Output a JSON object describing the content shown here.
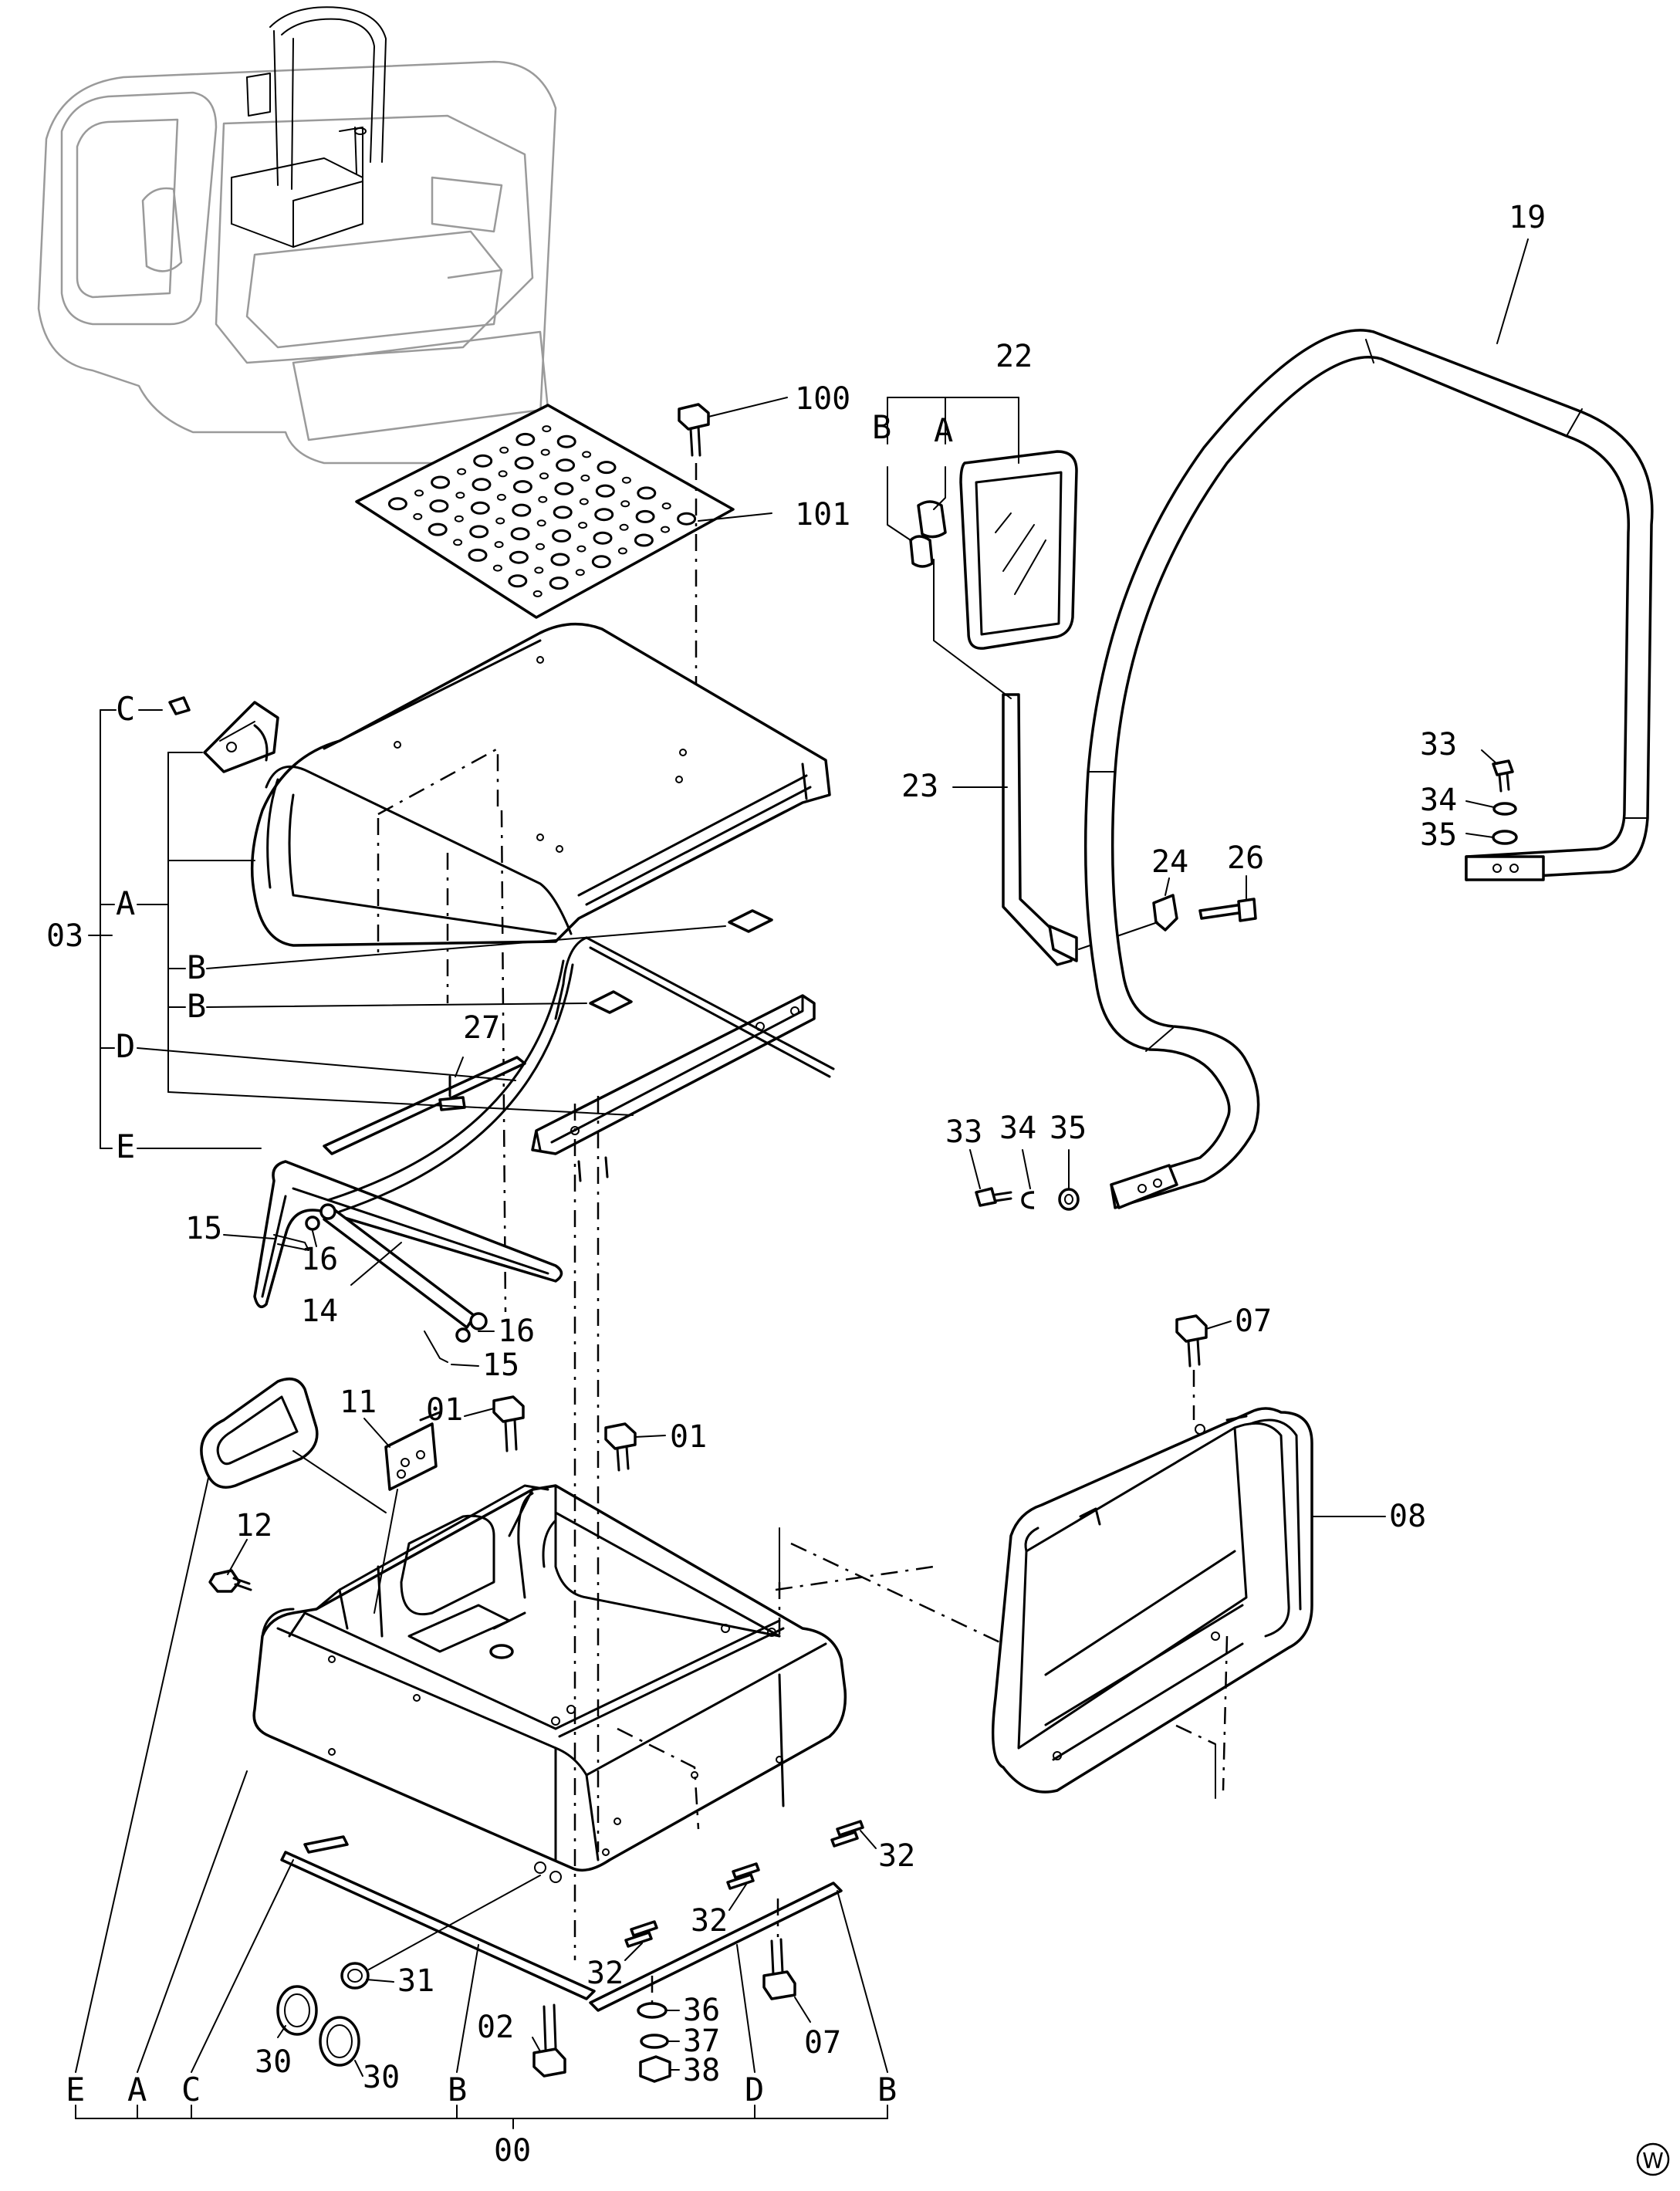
{
  "diagram": {
    "title": "",
    "assembly_label": "00",
    "corner_mark": "W",
    "callouts": [
      {
        "id": "c100",
        "text": "100"
      },
      {
        "id": "c101",
        "text": "101"
      },
      {
        "id": "c22",
        "text": "22"
      },
      {
        "id": "c19",
        "text": "19"
      },
      {
        "id": "cB1",
        "text": "B"
      },
      {
        "id": "cA1",
        "text": "A"
      },
      {
        "id": "c23",
        "text": "23"
      },
      {
        "id": "c24",
        "text": "24"
      },
      {
        "id": "c26",
        "text": "26"
      },
      {
        "id": "c33a",
        "text": "33"
      },
      {
        "id": "c34a",
        "text": "34"
      },
      {
        "id": "c35a",
        "text": "35"
      },
      {
        "id": "c33b",
        "text": "33"
      },
      {
        "id": "c34b",
        "text": "34"
      },
      {
        "id": "c35b",
        "text": "35"
      },
      {
        "id": "c03",
        "text": "03"
      },
      {
        "id": "cC",
        "text": "C"
      },
      {
        "id": "cA",
        "text": "A"
      },
      {
        "id": "cB2",
        "text": "B"
      },
      {
        "id": "cB3",
        "text": "B"
      },
      {
        "id": "cD",
        "text": "D"
      },
      {
        "id": "cE",
        "text": "E"
      },
      {
        "id": "c27",
        "text": "27"
      },
      {
        "id": "c15a",
        "text": "15"
      },
      {
        "id": "c16a",
        "text": "16"
      },
      {
        "id": "c14",
        "text": "14"
      },
      {
        "id": "c16b",
        "text": "16"
      },
      {
        "id": "c15b",
        "text": "15"
      },
      {
        "id": "c11",
        "text": "11"
      },
      {
        "id": "c01a",
        "text": "01"
      },
      {
        "id": "c01b",
        "text": "01"
      },
      {
        "id": "c07a",
        "text": "07"
      },
      {
        "id": "c08",
        "text": "08"
      },
      {
        "id": "c12",
        "text": "12"
      },
      {
        "id": "c32a",
        "text": "32"
      },
      {
        "id": "c32b",
        "text": "32"
      },
      {
        "id": "c32c",
        "text": "32"
      },
      {
        "id": "c31",
        "text": "31"
      },
      {
        "id": "c30a",
        "text": "30"
      },
      {
        "id": "c30b",
        "text": "30"
      },
      {
        "id": "c36",
        "text": "36"
      },
      {
        "id": "c37",
        "text": "37"
      },
      {
        "id": "c38",
        "text": "38"
      },
      {
        "id": "c02",
        "text": "02"
      },
      {
        "id": "c07b",
        "text": "07"
      },
      {
        "id": "bE",
        "text": "E"
      },
      {
        "id": "bA",
        "text": "A"
      },
      {
        "id": "bC",
        "text": "C"
      },
      {
        "id": "bB1",
        "text": "B"
      },
      {
        "id": "bD",
        "text": "D"
      },
      {
        "id": "bB2",
        "text": "B"
      }
    ]
  }
}
